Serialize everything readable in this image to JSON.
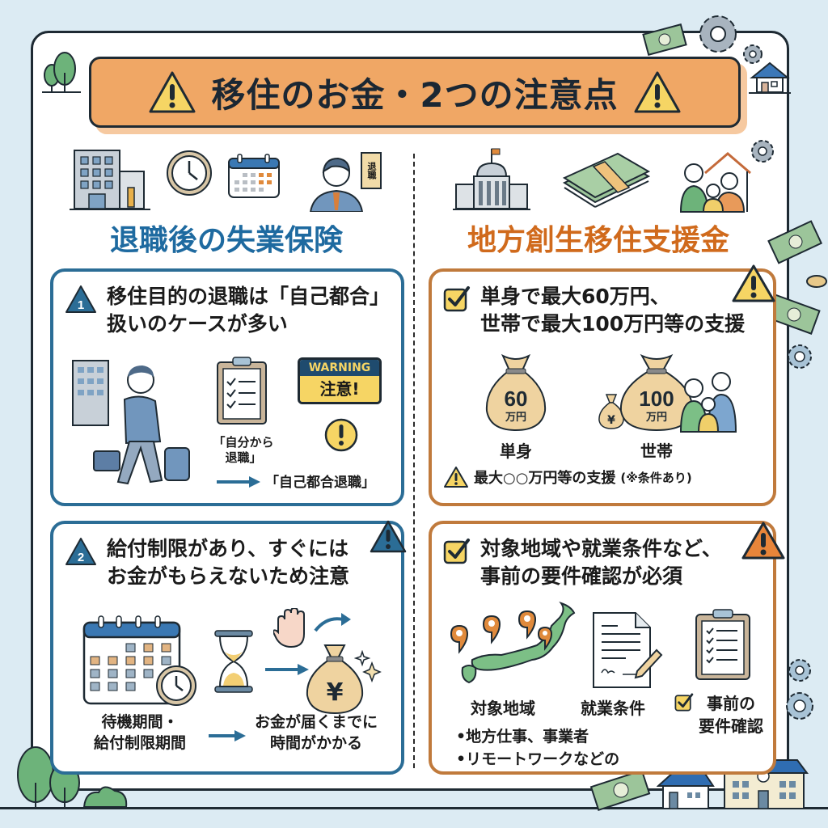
{
  "title": "移住のお金・2つの注意点",
  "left": {
    "section_title": "退職後の失業保険",
    "header_icons": [
      "office-building-icon",
      "clock-icon",
      "calendar-icon",
      "worker-resignation-icon"
    ],
    "resignation_sign": "退職",
    "card1": {
      "badge": "1",
      "heading_line1": "移住目的の退職は「自己都合」",
      "heading_line2": "扱いのケースが多い",
      "warning_sign_top": "WARNING",
      "warning_sign_bottom": "注意!",
      "self_resign_line1": "「自分から",
      "self_resign_line2": "退職」",
      "result": "「自己都合退職」"
    },
    "card2": {
      "badge": "2",
      "heading_line1": "給付制限があり、すぐには",
      "heading_line2": "お金がもらえないため注意",
      "period_line1": "待機期間・",
      "period_line2": "給付制限期間",
      "result_line1": "お金が届くまでに",
      "result_line2": "時間がかかる",
      "money_symbol": "¥"
    }
  },
  "right": {
    "section_title": "地方創生移住支援金",
    "header_icons": [
      "government-building-icon",
      "cash-stack-icon",
      "family-house-icon"
    ],
    "card3": {
      "heading_line1": "単身で最大60万円、",
      "heading_line2": "世帯で最大100万円等の支援",
      "single_amount": "60",
      "single_unit": "万円",
      "single_label": "単身",
      "household_amount": "100",
      "household_unit": "万円",
      "household_label": "世帯",
      "small_bag_symbol": "¥",
      "note": "最大○○万円等の支援",
      "note_suffix": "(※条件あり)"
    },
    "card4": {
      "heading_line1": "対象地域や就業条件など、",
      "heading_line2": "事前の要件確認が必須",
      "area_label": "対象地域",
      "employment_label": "就業条件",
      "check_label_line1": "事前の",
      "check_label_line2": "要件確認",
      "bullet1": "•地方仕事、事業者",
      "bullet2": "•リモートワークなどの"
    }
  },
  "colors": {
    "background": "#dcebf3",
    "title_banner": "#f0a765",
    "left_accent": "#1e6aa0",
    "right_accent": "#d06a1c",
    "warning_yellow": "#f6d564",
    "outline": "#1e2a33"
  }
}
